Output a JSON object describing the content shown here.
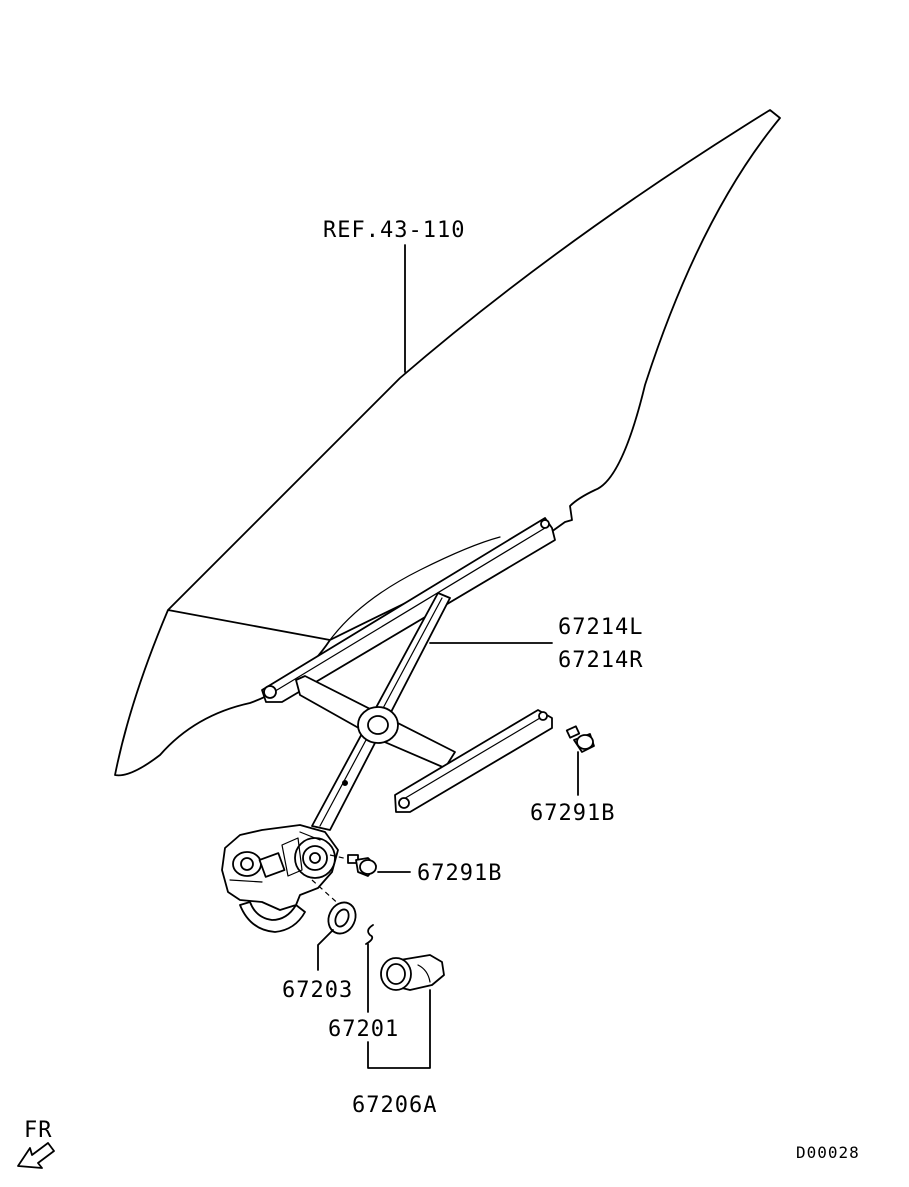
{
  "labels": {
    "ref": "REF.43-110",
    "regulator_left": "67214L",
    "regulator_right": "67214R",
    "bolt_upper": "67291B",
    "bolt_lower": "67291B",
    "washer": "67203",
    "clip": "67201",
    "handle_set": "67206A",
    "direction": "FR",
    "diagram_code": "D00028"
  },
  "icons": {
    "direction_arrow": "arrow-down-left-icon"
  }
}
